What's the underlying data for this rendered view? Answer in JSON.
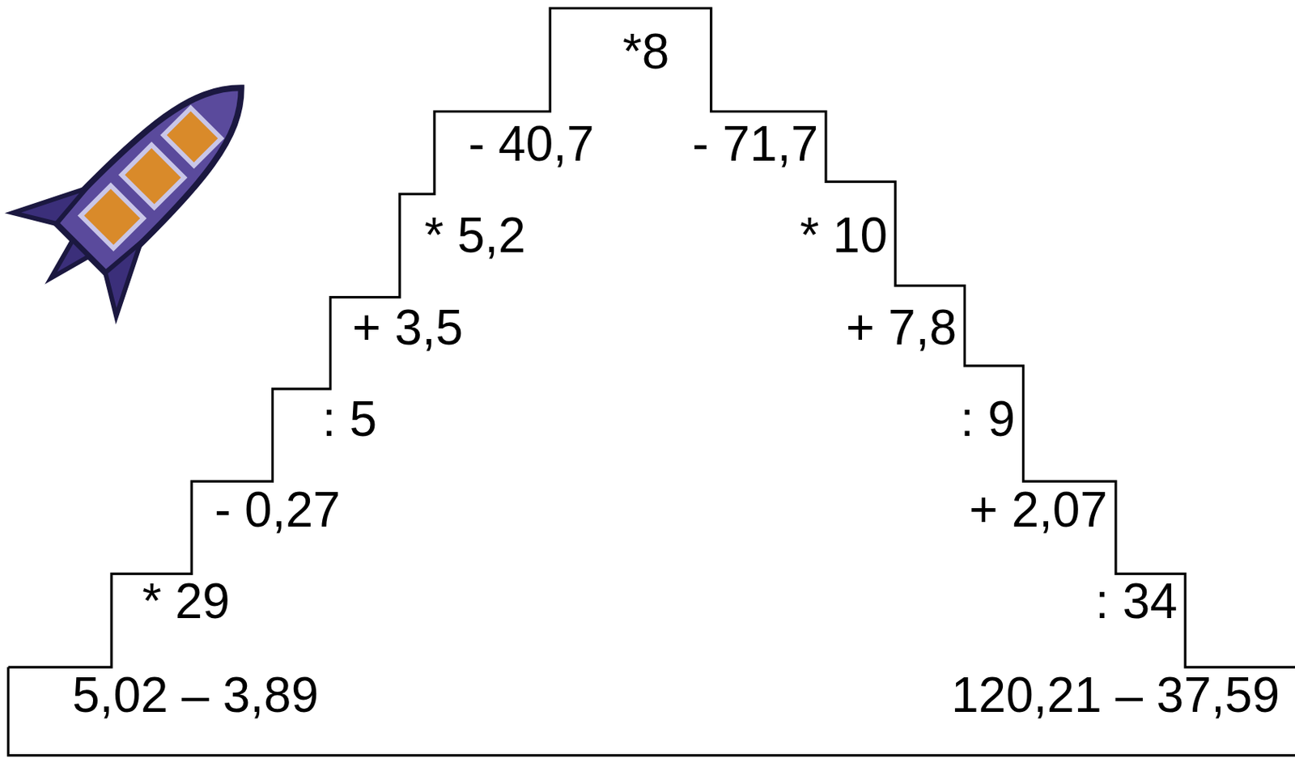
{
  "diagram": {
    "labels": [
      "*8",
      "- 40,7",
      "- 71,7",
      "* 5,2",
      "* 10",
      "+ 3,5",
      "+ 7,8",
      ": 5",
      ": 9",
      "- 0,27",
      "+ 2,07",
      "* 29",
      ": 34",
      "5,02 – 3,89",
      "120,21 – 37,59"
    ]
  }
}
